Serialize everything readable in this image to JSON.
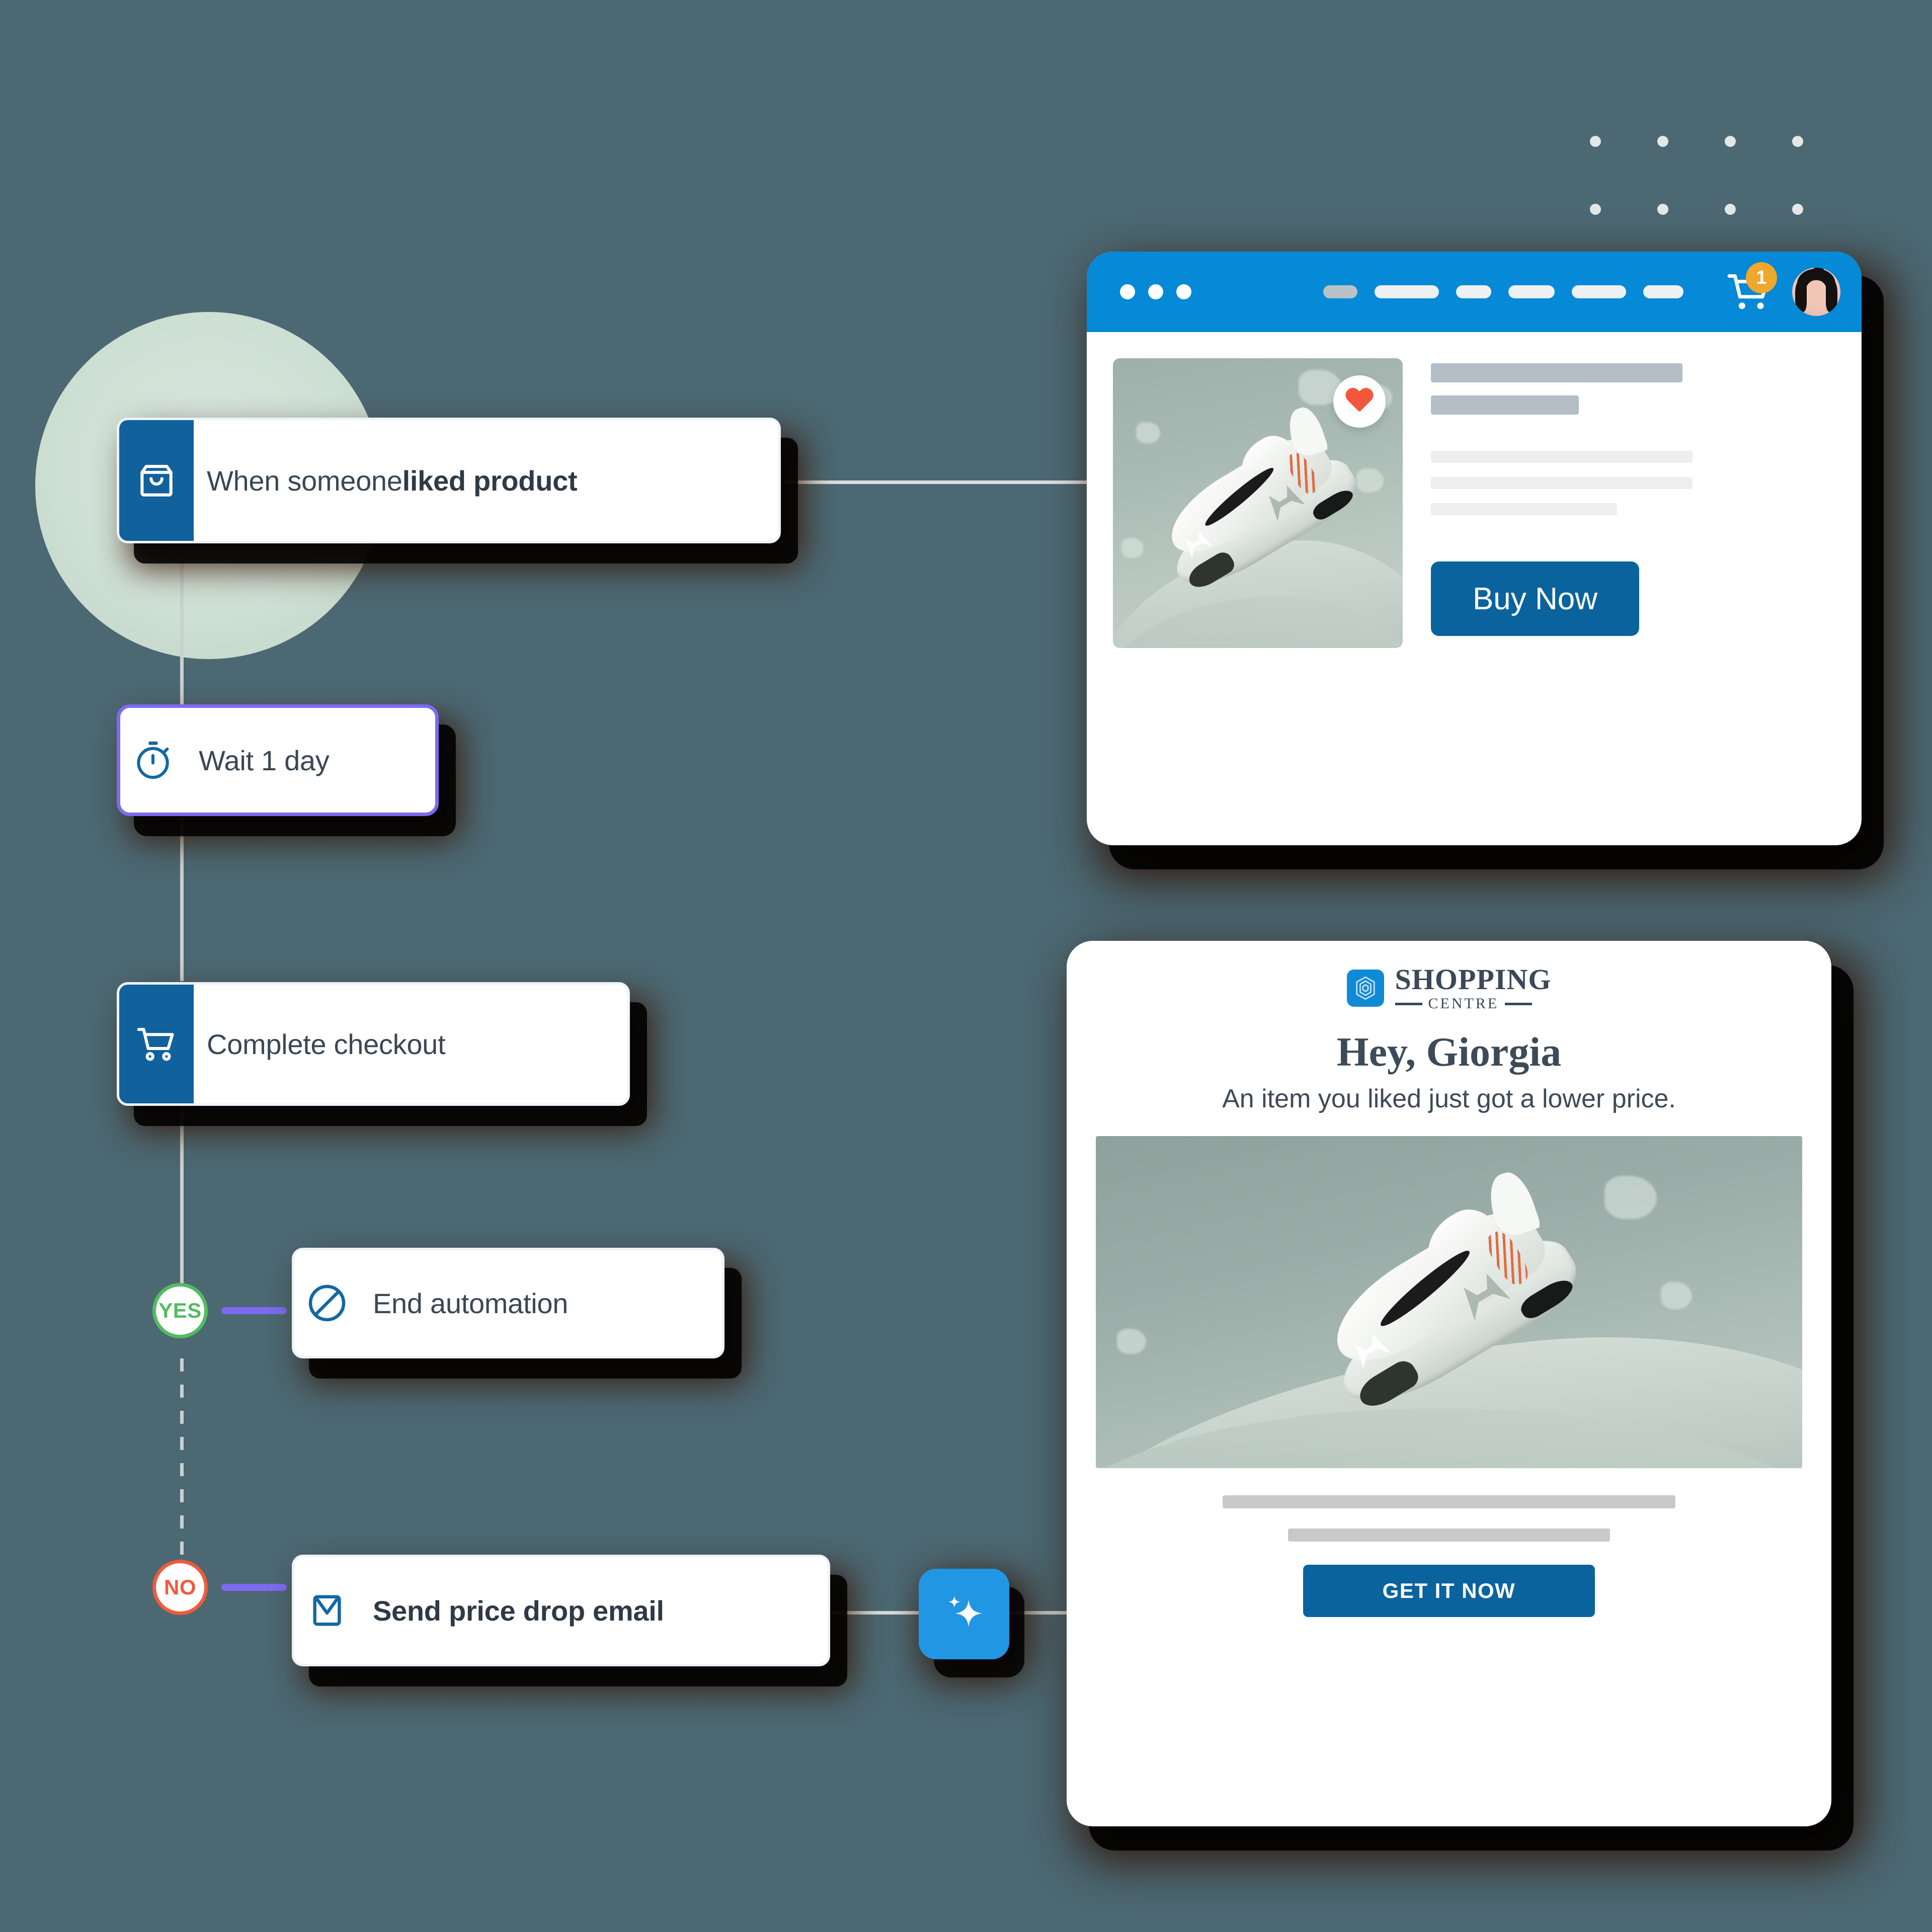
{
  "canvas": {
    "background_color": "#4c6872",
    "accent_blue": "#11619c",
    "badge_orange": "#efa82b",
    "yes_green": "#54bb62",
    "no_red": "#f15a3b",
    "branch_purple": "#7c6bf0"
  },
  "flow": {
    "nodes": [
      {
        "id": "trigger",
        "label_plain": "When someone ",
        "label_bold": "liked product",
        "icon": "shopping-bag-icon"
      },
      {
        "id": "wait",
        "label": "Wait 1 day",
        "icon": "stopwatch-icon"
      },
      {
        "id": "checkout",
        "label": "Complete checkout",
        "icon": "shopping-cart-icon"
      },
      {
        "id": "end",
        "label": "End automation",
        "icon": "no-entry-icon"
      },
      {
        "id": "email",
        "label": "Send price drop email",
        "icon": "envelope-icon"
      }
    ],
    "branches": [
      {
        "id": "yes",
        "label": "YES"
      },
      {
        "id": "no",
        "label": "NO"
      }
    ]
  },
  "browser": {
    "topbar": {
      "window_dots": 3,
      "nav_items": 6,
      "cart_badge_count": "1",
      "avatar_alt": "user-avatar"
    },
    "product": {
      "like_badge": "heart-icon",
      "buy_button_label": "Buy Now"
    }
  },
  "email": {
    "logo": {
      "primary": "SHOPPING",
      "secondary": "CENTRE"
    },
    "greeting": "Hey, Giorgia",
    "subtitle": "An item you liked just got a lower price.",
    "cta_label": "GET IT NOW"
  },
  "sparkle": {
    "icon": "sparkle-ai-icon"
  }
}
